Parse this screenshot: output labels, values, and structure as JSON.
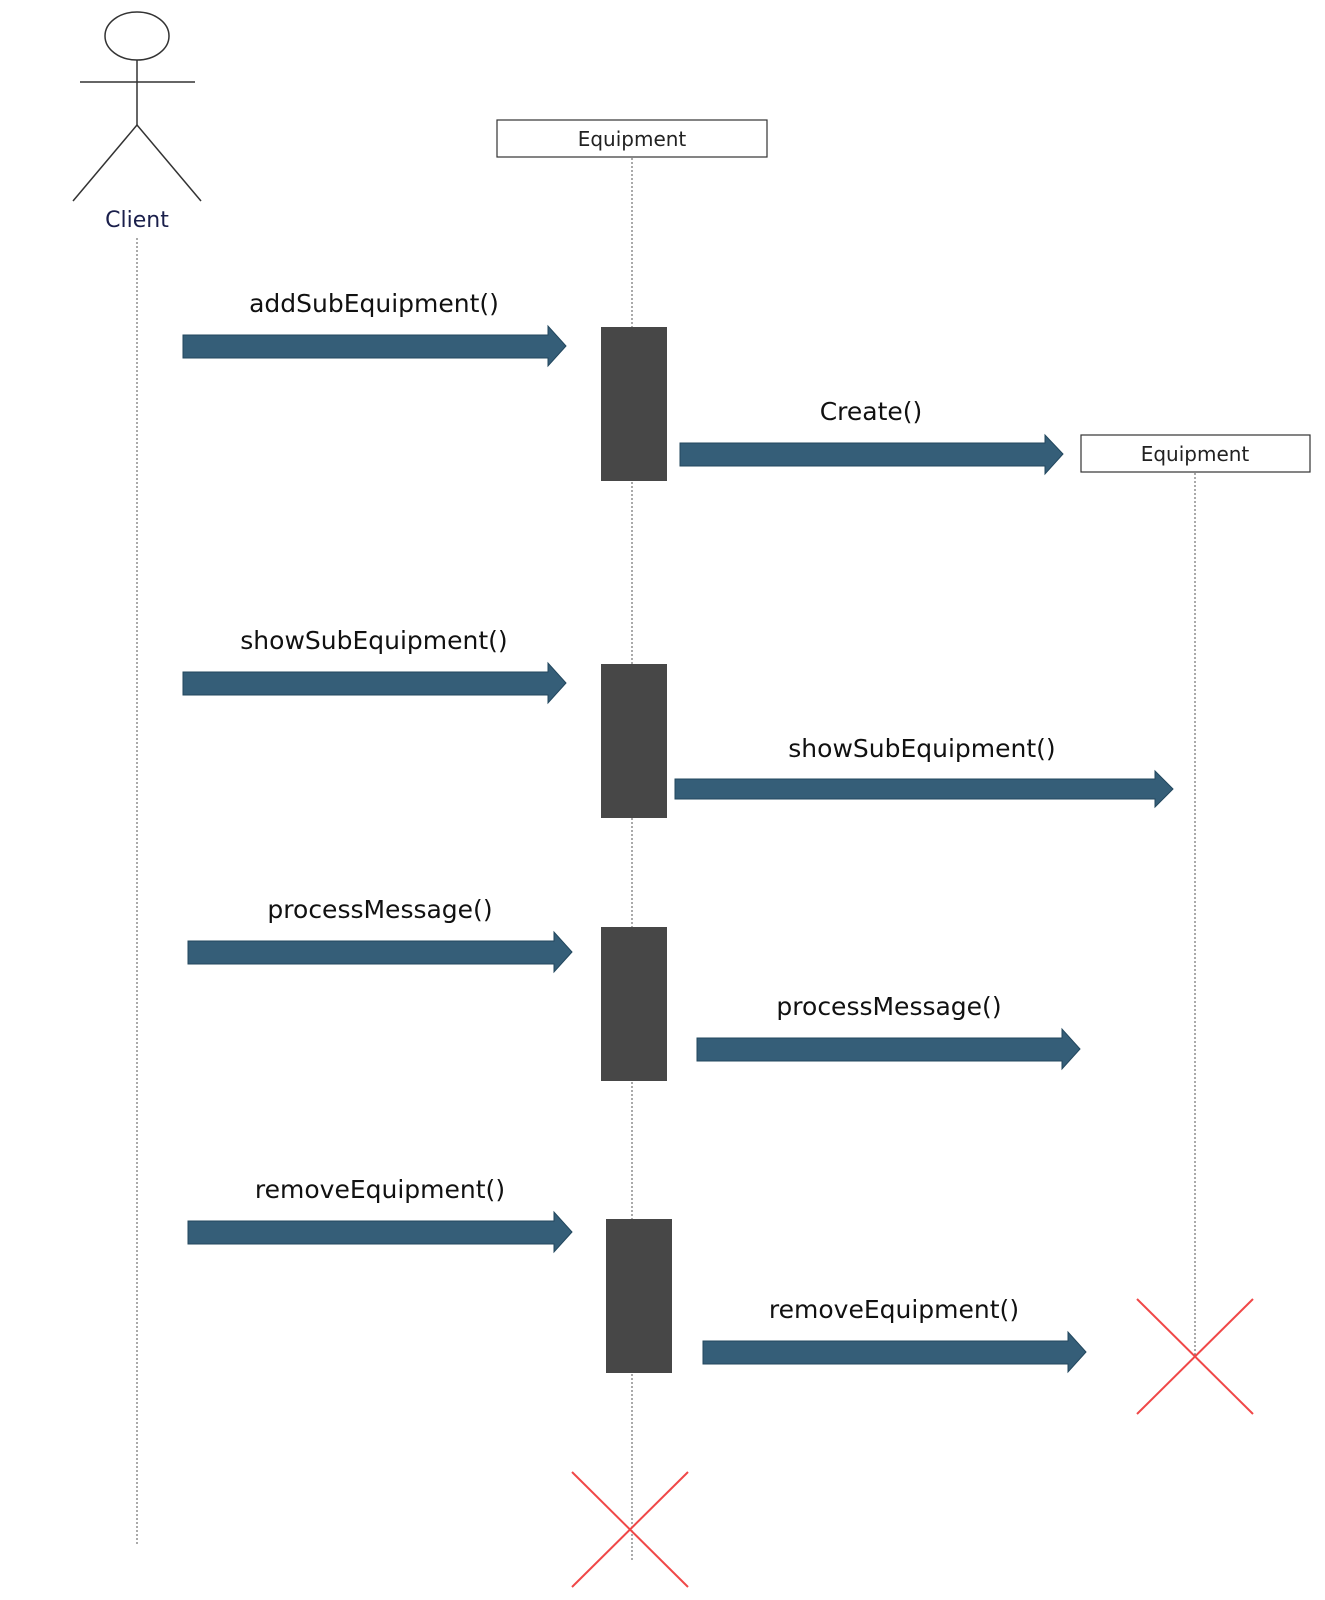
{
  "actor": {
    "label": "Client"
  },
  "objects": [
    {
      "label": "Equipment"
    },
    {
      "label": "Equipment"
    }
  ],
  "messages": [
    {
      "label": "addSubEquipment()"
    },
    {
      "label": "Create()"
    },
    {
      "label": "showSubEquipment()"
    },
    {
      "label": "showSubEquipment()"
    },
    {
      "label": "processMessage()"
    },
    {
      "label": "processMessage()"
    },
    {
      "label": "removeEquipment()"
    },
    {
      "label": "removeEquipment()"
    }
  ],
  "colors": {
    "arrow": "#355e78",
    "arrow_stroke": "#22475e",
    "activation": "#474747",
    "destroy": "#f04848",
    "lifeline": "#555555"
  }
}
